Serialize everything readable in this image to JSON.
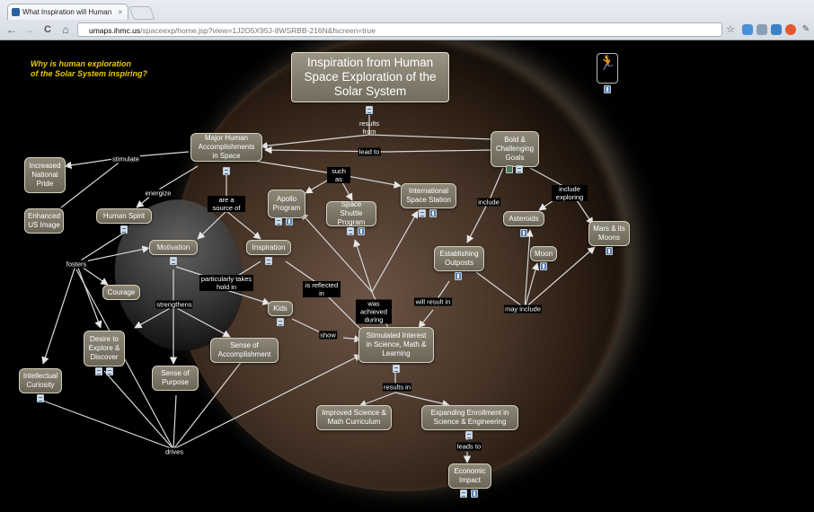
{
  "browser": {
    "tab_title": "What Inspiration will Human",
    "tab_close": "×",
    "url_host": "umaps.ihmc.us",
    "url_path": "/spaceexp/home.jsp?view=1J2O5X95J-8WSRBB-216N&fscreen=true",
    "nav": {
      "back": "←",
      "forward": "→",
      "reload": "C",
      "home": "⌂"
    },
    "star": "☆"
  },
  "map": {
    "question_line1": "Why is human exploration",
    "question_line2": "of the Solar System inspiring?",
    "person_icon": "person-icon",
    "concepts": {
      "title": "Inspiration from Human Space Exploration of the Solar System",
      "major": "Major Human Accomplishments in Space",
      "bold": "Bold & Challenging Goals",
      "national": "Increased National Pride",
      "usimage": "Enhanced US Image",
      "spirit": "Human Spirit",
      "apollo": "Apollo Program",
      "shuttle": "Space Shuttle Program",
      "iss": "International Space Station",
      "asteroids": "Asteroids",
      "mars": "Mars & its Moons",
      "motivation": "Motivation",
      "inspiration": "Inspiration",
      "outposts": "Establishing Outposts",
      "moon": "Moon",
      "courage": "Courage",
      "kids": "Kids",
      "desire": "Desire to Explore & Discover",
      "sense_acc": "Sense of Accomplishment",
      "sense_purpose": "Sense of Purpose",
      "curiosity": "Intellectual Curiosity",
      "stimulated": "Stimulated Interest in Science, Math & Learning",
      "improved": "Improved Science & Math Curriculum",
      "expanding": "Expanding Enrollment in Science & Engineering",
      "economic": "Economic Impact"
    },
    "links": {
      "results_from": "results from",
      "lead_to": "lead to",
      "stimulate": "stimulate",
      "energize": "energize",
      "such_as": "such as",
      "are_source": "are a source of",
      "include": "include",
      "include_exploring": "include exploring",
      "fosters": "fosters",
      "particularly": "particularly takes hold in",
      "is_reflected": "is reflected in",
      "was_achieved": "was achieved during",
      "will_result": "will result in",
      "may_include": "may include",
      "strengthens": "strengthens",
      "show": "show",
      "results_in": "results in",
      "leads_to": "leads to",
      "drives": "drives"
    }
  }
}
